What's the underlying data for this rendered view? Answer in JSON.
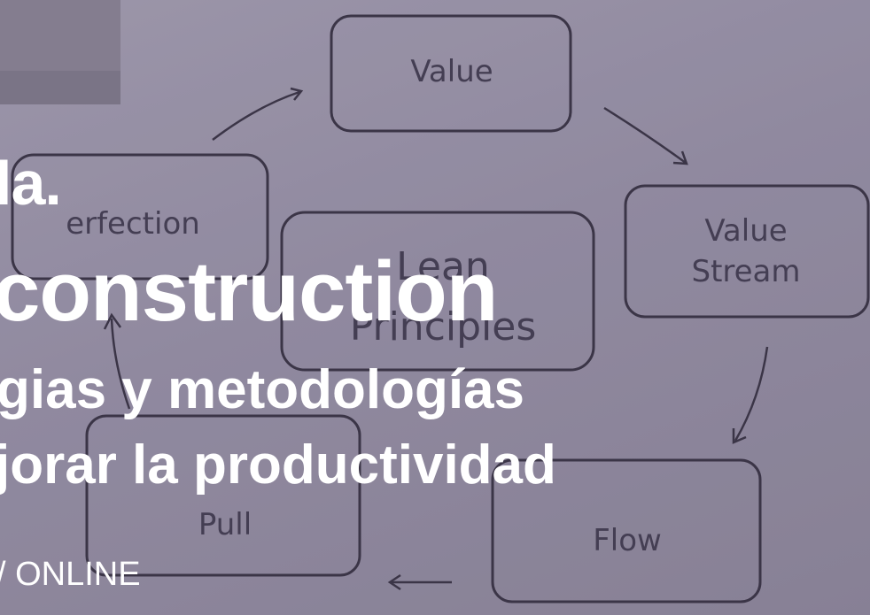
{
  "diagram": {
    "boxes": {
      "value": "Value",
      "value_stream_line1": "Value",
      "value_stream_line2": "Stream",
      "perfection": "erfection",
      "lean_line1": "Lean",
      "lean_line2": "Principles",
      "pull": "Pull",
      "flow": "Flow"
    }
  },
  "headline": {
    "line1": "la.",
    "line2": "construction",
    "line3": "gias y metodologías",
    "line4": "jorar la productividad",
    "line5": "/ ONLINE"
  },
  "colors": {
    "overlay_tint": "#8f8a9c",
    "text": "#ffffff",
    "ink": "#3a3546"
  }
}
